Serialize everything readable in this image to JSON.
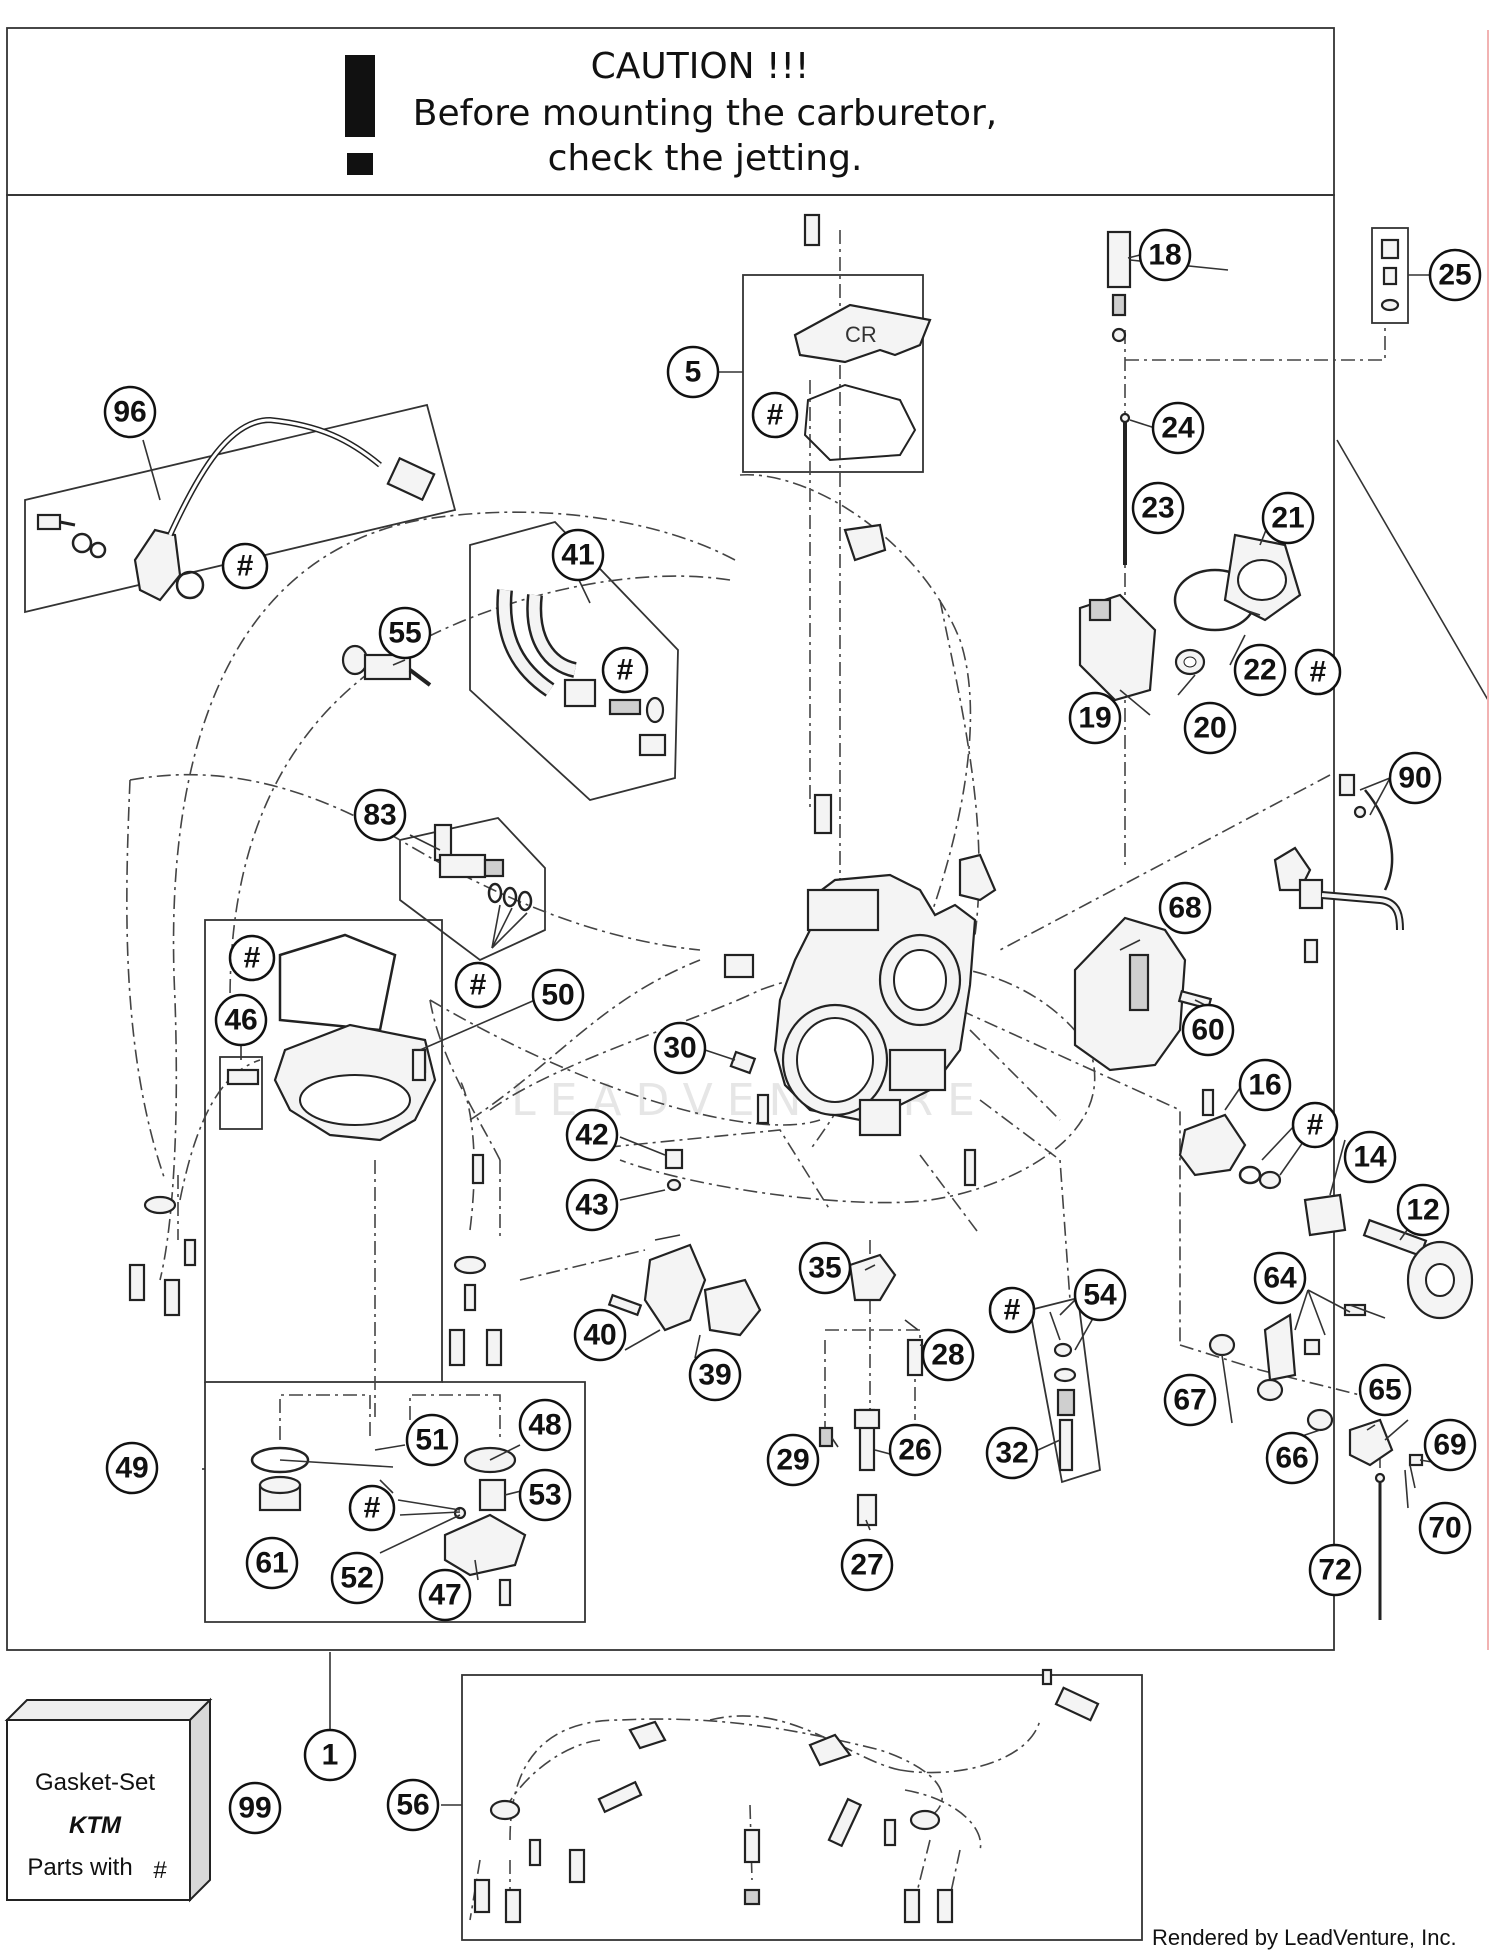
{
  "caution": {
    "title": "CAUTION !!!",
    "line1": "Before mounting the carburetor,",
    "line2": "check the jetting."
  },
  "gasket_set": {
    "line1": "Gasket-Set",
    "brand": "KTM",
    "line3": "Parts with",
    "symbol": "#"
  },
  "watermark": "LEADVENTURE",
  "footer": "Rendered by LeadVenture, Inc.",
  "callouts": {
    "c1": "1",
    "c5": "5",
    "c12": "12",
    "c14": "14",
    "c16": "16",
    "c18": "18",
    "c19": "19",
    "c20": "20",
    "c21": "21",
    "c22": "22",
    "c23": "23",
    "c24": "24",
    "c25": "25",
    "c26": "26",
    "c27": "27",
    "c28": "28",
    "c29": "29",
    "c30": "30",
    "c32": "32",
    "c35": "35",
    "c39": "39",
    "c40": "40",
    "c41": "41",
    "c42": "42",
    "c43": "43",
    "c46": "46",
    "c47": "47",
    "c48": "48",
    "c49": "49",
    "c50": "50",
    "c51": "51",
    "c52": "52",
    "c53": "53",
    "c54": "54",
    "c55": "55",
    "c56": "56",
    "c60": "60",
    "c61": "61",
    "c64": "64",
    "c65": "65",
    "c66": "66",
    "c67": "67",
    "c68": "68",
    "c69": "69",
    "c70": "70",
    "c72": "72",
    "c83": "83",
    "c90": "90",
    "c96": "96",
    "c99": "99",
    "h": "#"
  }
}
